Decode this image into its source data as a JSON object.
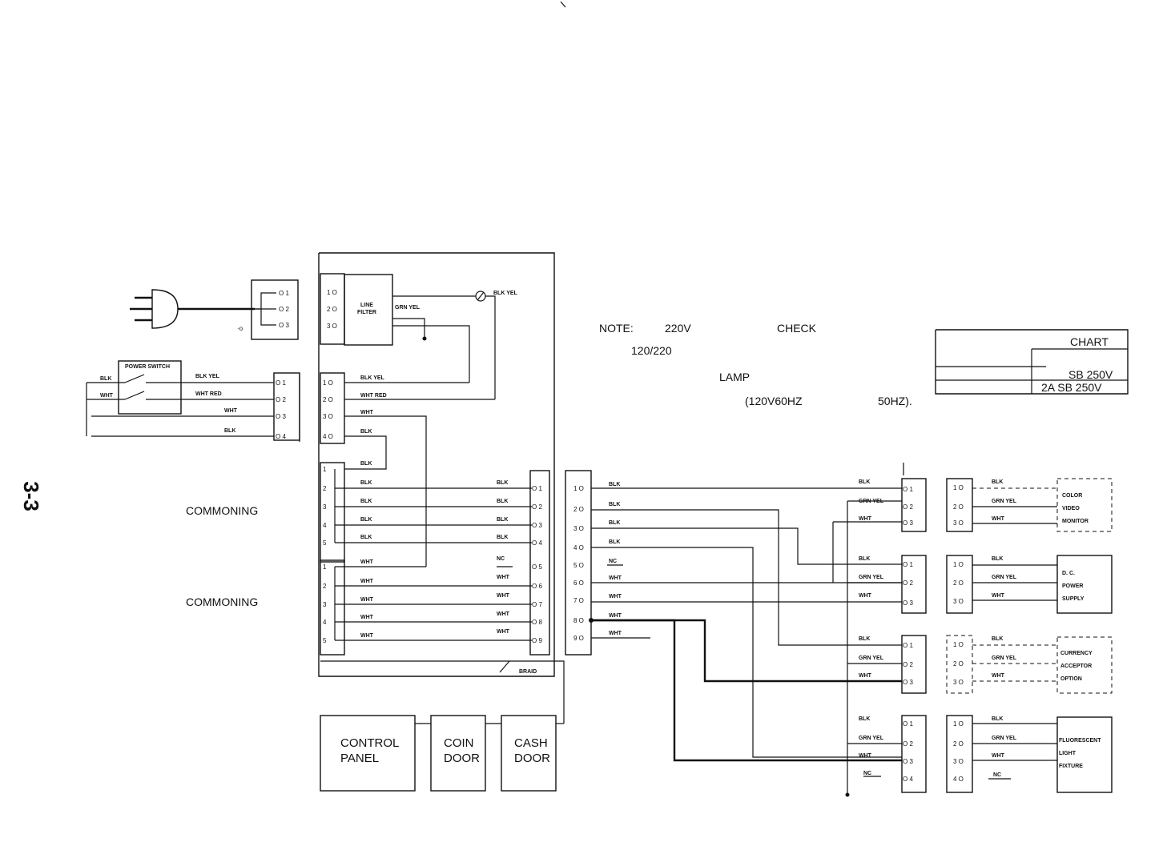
{
  "page_number": "3-3",
  "commoning": [
    "COMMONING",
    "COMMONING"
  ],
  "note": {
    "label": "NOTE:",
    "volt": "220V",
    "check": "CHECK",
    "dual": "120/220",
    "lamp": "LAMP",
    "freq_a": "(120V60HZ",
    "freq_b": "50HZ)."
  },
  "fuse_chart": {
    "title": "CHART",
    "row1": "SB 250V",
    "row2": "2A  SB  250V"
  },
  "power_switch": {
    "label": "POWER SWITCH",
    "blk": "BLK",
    "wht": "WHT"
  },
  "line_filter": [
    "LINE",
    "FILTER"
  ],
  "braid": "BRAID",
  "boxes": {
    "control_panel": [
      "CONTROL",
      "PANEL"
    ],
    "coin_door": [
      "COIN",
      "DOOR"
    ],
    "cash_door": [
      "CASH",
      "DOOR"
    ]
  },
  "devices": {
    "monitor": [
      "COLOR",
      "VIDEO",
      "MONITOR"
    ],
    "supply": [
      "D. C.",
      "POWER",
      "SUPPLY"
    ],
    "acceptor": [
      "CURRENCY",
      "ACCEPTOR",
      "OPTION"
    ],
    "fixture": [
      "FLUORESCENT",
      "LIGHT",
      "FIXTURE"
    ]
  },
  "wire_colors": {
    "blk": "BLK",
    "wht": "WHT",
    "nc": "NC",
    "grn_yel": "GRN YEL",
    "blk_yel": "BLK YEL",
    "wht_red": "WHT RED"
  },
  "colors": {
    "ink": "#111111",
    "paper": "#ffffff"
  }
}
